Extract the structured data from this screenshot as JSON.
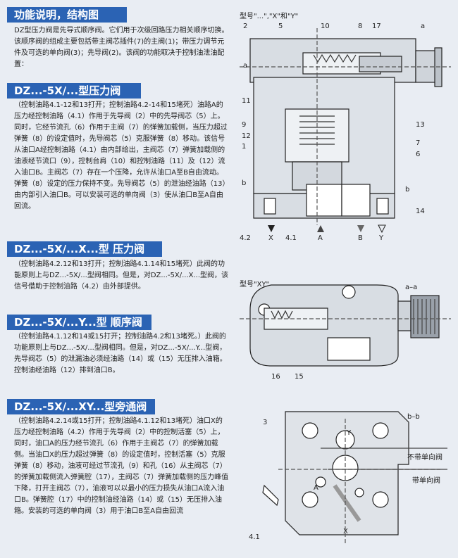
{
  "left": {
    "heading": "功能说明，结构图",
    "intro_text": "DZ型压力阀是先导式顺序阀。它们用于次级回路压力相关顺序切换。该顺序阀的组成主要包括带主阀芯插件(7)的主阀(1)；带压力调节元件及可选的单向阀(3)；先导阀(2)。该阀的功能取决于控制油泄油配置：",
    "sections": [
      {
        "title": "DZ...-5X/...型压力阀",
        "body": "（控制油路4.1-12和13打开；控制油路4.2-14和15堵死）油路A的压力经控制油路（4.1）作用于先导阀（2）中的先导阀芯（5）上。同时，它经节流孔（6）作用于主阀（7）的弹簧加载侧，当压力超过弹簧（8）的设定值时，先导阀芯（5）克服弹簧（8）移动。该信号从油口A经控制油路（4.1）由内部给出，主阀芯（7）弹簧加载侧的油液经节流口（9），控制台肩（10）和控制油路（11）及（12）流入油口B。主阀芯（7）存在一个压降，允许从油口A至B自由流动。弹簧（8）设定的压力保持不变。先导阀芯（5）的泄油经油路（13）由内部引入油口B。可以安装可选的单向阀（3）使从油口B至A自由回流。"
      },
      {
        "title": "DZ...-5X/...X...型    压力阀",
        "body": "（控制油路4.2.12和13打开；控制油路4.1.14和15堵死）此阀的功能原则上与DZ...-5X/...型阀相同。但是，对DZ...-5X/...X...型阀，该信号借助于控制油路（4.2）由外部提供。"
      },
      {
        "title": "DZ...-5X/...Y...型    顺序阀",
        "body": "（控制油路4.1.12和14或15打开；控制油路4.2和13堵死。）此阀的功能原则上与DZ...-5X/...型阀相同。但是，对DZ...-5X/...Y...型阀，先导阀芯（5）的泄漏油必须经油路（14）或（15）无压排入油箱。控制油经油路（12）排到油口B。"
      },
      {
        "title": "DZ...-5X/...XY...型旁通阀",
        "body": "（控制油路4.2.14或15打开；控制油路4.1.12和13堵死）油口X的压力经控制油路（4.2）作用于先导阀（2）中的控制活塞（5）上，同时，油口A的压力经节流孔（6）作用于主阀芯（7）的弹簧加载侧。当油口X的压力超过弹簧（8）的设定值时，控制活塞（5）克服弹簧（8）移动，油液可经过节流孔（9）和孔（16）从主阀芯（7）的弹簧加载侧流入弹簧腔（17），主阀芯（7）弹簧加载侧的压力峰值下降，打开主阀芯（7），油液可以以最小的压力损失从油口A流入油口B。弹簧腔（17）中的控制油经油路（14）或（15）无压排入油箱。安装的可选的单向阀（3）用于油口B至A自由回流"
      }
    ]
  },
  "right": {
    "type_top": "型号\"...\",\"X\"和\"Y\"",
    "type_xy": "型号\"XY\"",
    "section_aa": "a–a",
    "section_bb": "b–b",
    "legend_no_check": "不带单向阀",
    "legend_with_check": "带单向阀",
    "callouts_top": [
      "2",
      "5",
      "10",
      "8",
      "17",
      "a",
      "a",
      "11",
      "9",
      "12",
      "1",
      "13",
      "7",
      "6",
      "b",
      "b",
      "4.2",
      "X",
      "4.1",
      "A",
      "B",
      "Y",
      "14"
    ],
    "callouts_mid": [
      "16",
      "15"
    ],
    "callouts_bottom": [
      "3",
      "Y",
      "A",
      "X",
      "4.1"
    ]
  }
}
